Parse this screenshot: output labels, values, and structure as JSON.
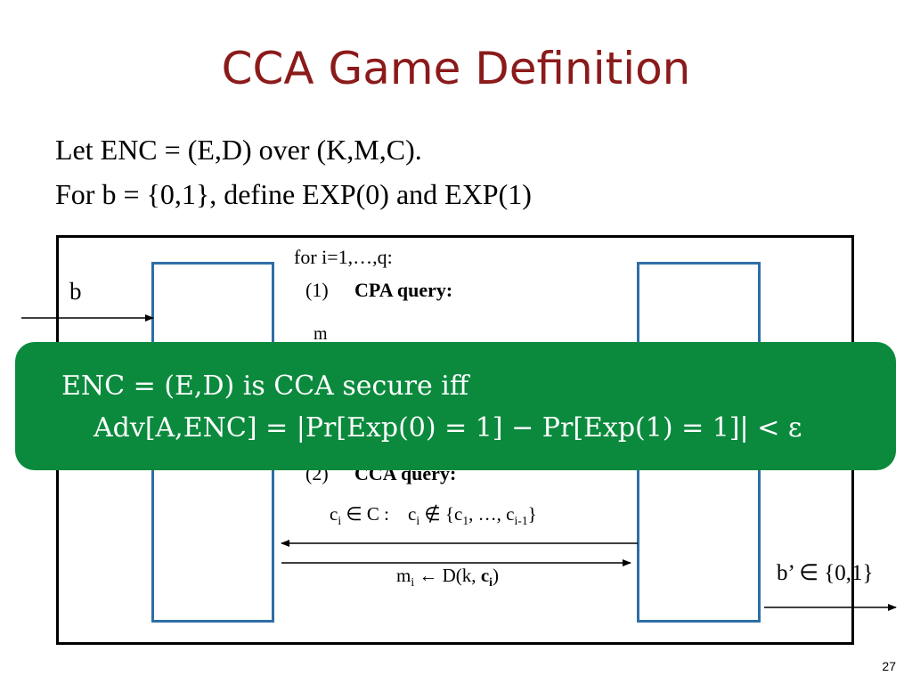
{
  "slide": {
    "title": "CCA Game Definition",
    "intro_line1": "Let ENC = (E,D) over (K,M,C).",
    "intro_line2": "For b = {0,1}, define EXP(0) and EXP(1)",
    "page_number": "27"
  },
  "diagram": {
    "bit_label": "b",
    "loop_label": "for i=1,…,q:",
    "cpa_index": "(1)",
    "cpa_label": "CPA query:",
    "cpa_partial": "m",
    "cca_index": "(2)",
    "cca_label": "CCA query:",
    "cca_cond": {
      "c1": "c",
      "sub_i": "i",
      "in": "∈ C :",
      "c2": "c",
      "notin": "∉ {c",
      "sub_1": "1",
      "dots": ", …, c",
      "sub_im1": "i-1",
      "close": "}"
    },
    "decrypt": {
      "m": "m",
      "sub_i": "i",
      "arrow": "← D(k, ",
      "c": "c",
      "sub_i2": "i",
      "close": ")"
    },
    "output_label": "b’ ∈ {0,1}"
  },
  "overlay": {
    "line1": "ENC = (E,D) is CCA secure iff",
    "line2": "Adv[A,ENC] = |Pr[Exp(0) = 1] − Pr[Exp(1) = 1]| < ε"
  },
  "colors": {
    "title": "#8b1a1a",
    "box_border": "#2e6ea6",
    "overlay_bg": "#0b8a3e"
  }
}
